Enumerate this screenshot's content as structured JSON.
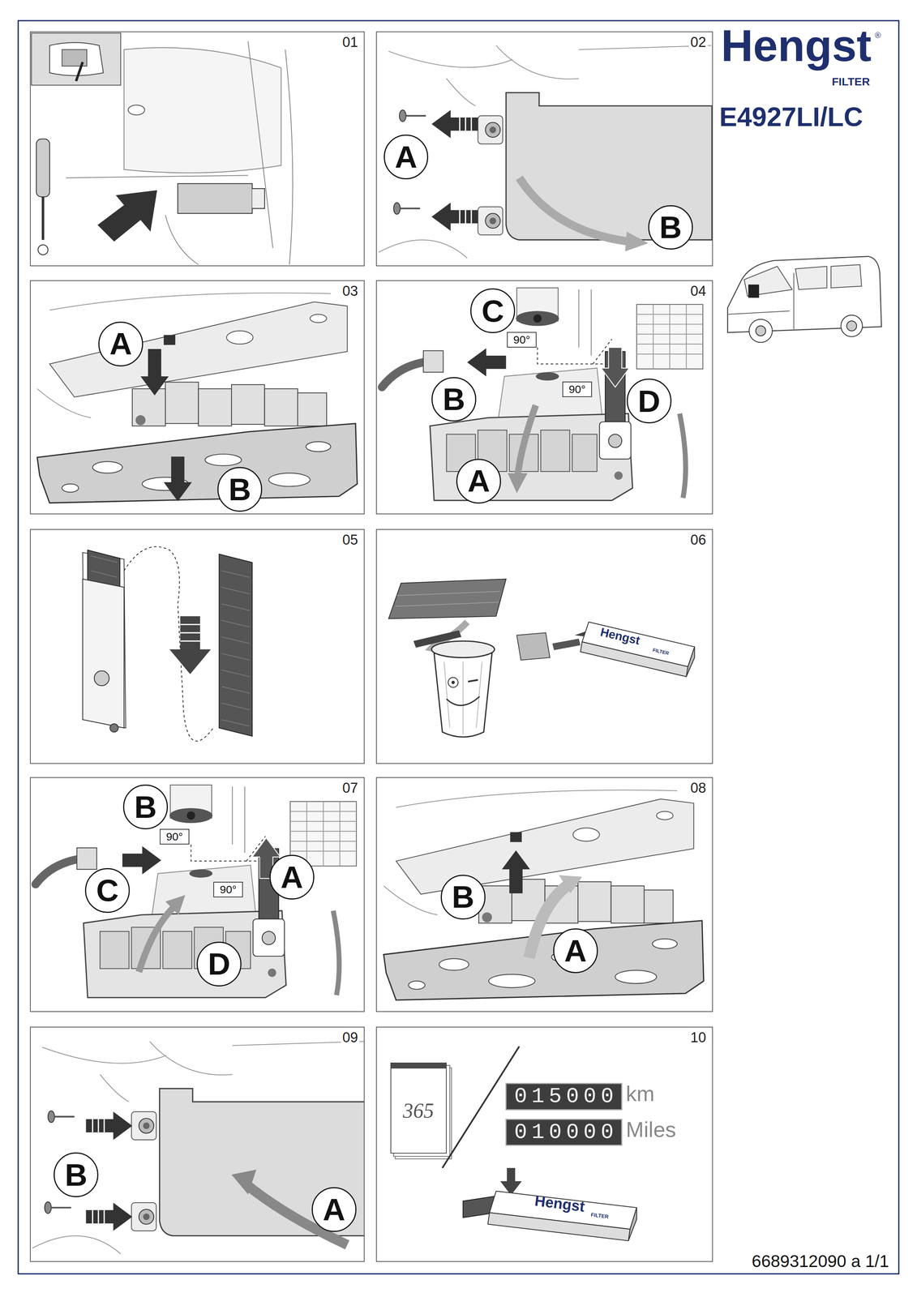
{
  "diagram": {
    "title": "E4927LI/LC",
    "nodes": [
      {
        "text": [
          "01"
        ]
      },
      {
        "text": [
          "02"
        ]
      },
      {
        "text": [
          "A"
        ],
        "in": 1
      },
      {
        "text": [
          "B"
        ],
        "in": 1
      },
      {
        "text": [
          "03"
        ]
      },
      {
        "text": [
          "A"
        ],
        "in": 4
      },
      {
        "text": [
          "B"
        ],
        "in": 4
      },
      {
        "text": [
          "04"
        ]
      },
      {
        "text": [
          "C"
        ],
        "in": 7
      },
      {
        "text": [
          "90°"
        ],
        "in": 7
      },
      {
        "text": [
          "90°"
        ],
        "in": 7
      },
      {
        "text": [
          "B"
        ],
        "in": 7
      },
      {
        "text": [
          "D"
        ],
        "in": 7
      },
      {
        "text": [
          "A"
        ],
        "in": 7
      },
      {
        "text": [
          "05"
        ]
      },
      {
        "text": [
          "06"
        ]
      },
      {
        "text": [
          "07"
        ]
      },
      {
        "text": [
          "B"
        ],
        "in": 16
      },
      {
        "text": [
          "90°"
        ],
        "in": 16
      },
      {
        "text": [
          "A"
        ],
        "in": 16
      },
      {
        "text": [
          "C"
        ],
        "in": 16
      },
      {
        "text": [
          "90°"
        ],
        "in": 16
      },
      {
        "text": [
          "D"
        ],
        "in": 16
      },
      {
        "text": [
          "08"
        ]
      },
      {
        "text": [
          "B"
        ],
        "in": 23
      },
      {
        "text": [
          "A"
        ],
        "in": 23
      },
      {
        "text": [
          "09"
        ]
      },
      {
        "text": [
          "B"
        ],
        "in": 26
      },
      {
        "text": [
          "A"
        ],
        "in": 26
      },
      {
        "text": [
          "10"
        ]
      },
      {
        "text": [
          "365"
        ],
        "in": 29
      },
      {
        "text": [
          "015000"
        ],
        "in": 29
      },
      {
        "text": [
          "010000"
        ],
        "in": 29
      }
    ],
    "labels": [
      "Hengst",
      "®",
      "FILTER",
      "Hengst",
      "FILTER",
      "km",
      "Miles",
      "Hengst",
      "FILTER",
      "6689312090 a 1/1"
    ]
  }
}
